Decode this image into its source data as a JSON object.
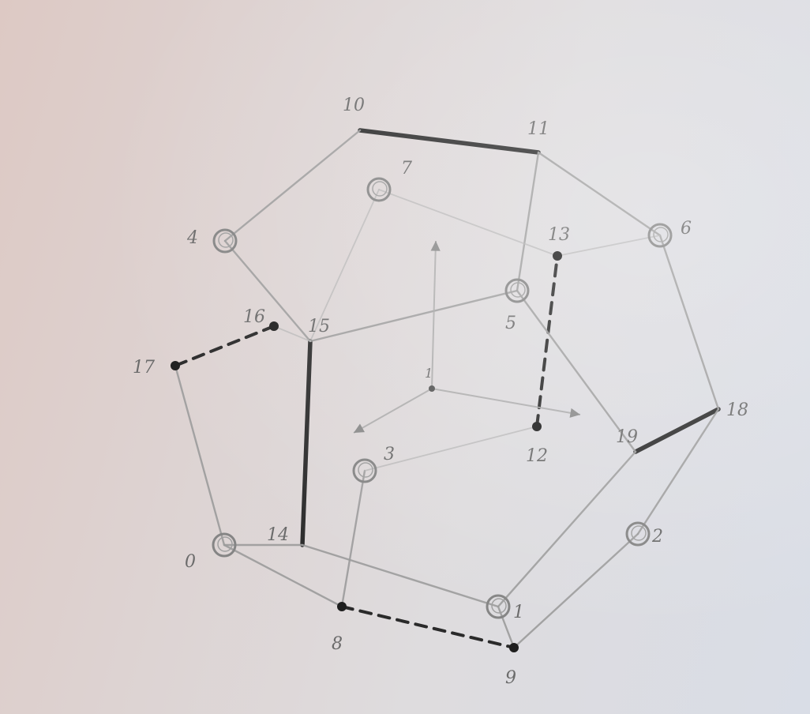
{
  "diagram": {
    "nodes": [
      {
        "id": "0",
        "label": "0",
        "marker": "circle"
      },
      {
        "id": "1",
        "label": "1",
        "marker": "circle"
      },
      {
        "id": "2",
        "label": "2",
        "marker": "circle"
      },
      {
        "id": "3",
        "label": "3",
        "marker": "circle"
      },
      {
        "id": "4",
        "label": "4",
        "marker": "circle"
      },
      {
        "id": "5",
        "label": "5",
        "marker": "circle"
      },
      {
        "id": "6",
        "label": "6",
        "marker": "circle"
      },
      {
        "id": "7",
        "label": "7",
        "marker": "circle"
      },
      {
        "id": "8",
        "label": "8",
        "marker": "dot"
      },
      {
        "id": "9",
        "label": "9",
        "marker": "dot"
      },
      {
        "id": "10",
        "label": "10",
        "marker": "none"
      },
      {
        "id": "11",
        "label": "11",
        "marker": "none"
      },
      {
        "id": "12",
        "label": "12",
        "marker": "dot"
      },
      {
        "id": "13",
        "label": "13",
        "marker": "dot"
      },
      {
        "id": "14",
        "label": "14",
        "marker": "none"
      },
      {
        "id": "15",
        "label": "15",
        "marker": "none"
      },
      {
        "id": "16",
        "label": "16",
        "marker": "dot"
      },
      {
        "id": "17",
        "label": "17",
        "marker": "dot"
      },
      {
        "id": "18",
        "label": "18",
        "marker": "none"
      },
      {
        "id": "19",
        "label": "19",
        "marker": "none"
      }
    ],
    "edges": [
      {
        "from": "10",
        "to": "11",
        "style": "thick"
      },
      {
        "from": "14",
        "to": "15",
        "style": "thick"
      },
      {
        "from": "18",
        "to": "19",
        "style": "thick"
      },
      {
        "from": "16",
        "to": "17",
        "style": "dashed"
      },
      {
        "from": "12",
        "to": "13",
        "style": "dashed"
      },
      {
        "from": "8",
        "to": "9",
        "style": "dashed"
      },
      {
        "from": "10",
        "to": "4",
        "style": "thin"
      },
      {
        "from": "4",
        "to": "15",
        "style": "thin"
      },
      {
        "from": "15",
        "to": "5",
        "style": "thin"
      },
      {
        "from": "5",
        "to": "11",
        "style": "thin"
      },
      {
        "from": "11",
        "to": "6",
        "style": "thin"
      },
      {
        "from": "6",
        "to": "18",
        "style": "thin"
      },
      {
        "from": "5",
        "to": "19",
        "style": "thin"
      },
      {
        "from": "19",
        "to": "1",
        "style": "thin"
      },
      {
        "from": "1",
        "to": "14",
        "style": "thin"
      },
      {
        "from": "14",
        "to": "0",
        "style": "thin"
      },
      {
        "from": "0",
        "to": "17",
        "style": "thin"
      },
      {
        "from": "0",
        "to": "8",
        "style": "thin"
      },
      {
        "from": "8",
        "to": "3",
        "style": "thin"
      },
      {
        "from": "1",
        "to": "9",
        "style": "thin"
      },
      {
        "from": "9",
        "to": "2",
        "style": "thin"
      },
      {
        "from": "2",
        "to": "18",
        "style": "thin"
      },
      {
        "from": "13",
        "to": "6",
        "style": "faint"
      },
      {
        "from": "16",
        "to": "15",
        "style": "faint"
      },
      {
        "from": "7",
        "to": "13",
        "style": "faint"
      },
      {
        "from": "15",
        "to": "7",
        "style": "faint"
      },
      {
        "from": "12",
        "to": "3",
        "style": "faint"
      }
    ],
    "center": {
      "label": "1"
    }
  }
}
